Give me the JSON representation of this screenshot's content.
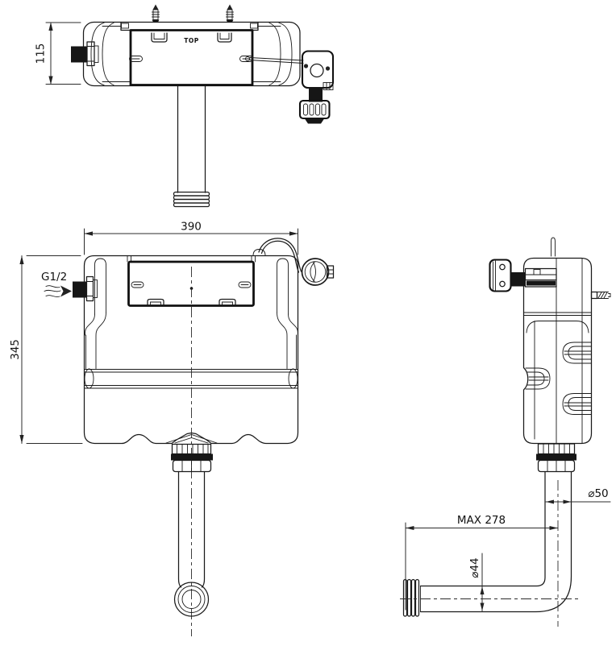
{
  "drawing": {
    "background": "#ffffff",
    "line_color": "#1a1a1a",
    "views": {
      "top": {
        "panel_label": "TOP",
        "depth_dimension": "115"
      },
      "front": {
        "width_dimension": "390",
        "height_dimension": "345",
        "inlet_thread_label": "G1/2"
      },
      "side": {
        "flush_pipe_diameter": "⌀50",
        "max_pipe_length": "MAX 278",
        "outlet_diameter": "⌀44"
      }
    }
  }
}
